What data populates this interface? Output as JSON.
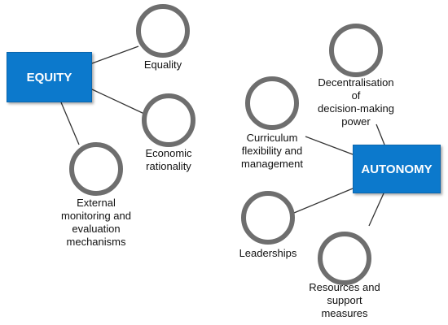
{
  "hubs": {
    "equity": "EQUITY",
    "autonomy": "AUTONOMY"
  },
  "nodes": {
    "equality": "Equality",
    "economic_rationality": "Economic\nrationality",
    "external_monitoring": "External\nmonitoring and\nevaluation\nmechanisms",
    "decentralisation": "Decentralisation\nof\ndecision-making\npower",
    "curriculum": "Curriculum\nflexibility and\nmanagement",
    "leaderships": "Leaderships",
    "resources": "Resources and\nsupport\nmeasures"
  },
  "colors": {
    "hub_fill": "#0c79cc",
    "circle_stroke": "#6e6e6e",
    "line": "#333333"
  }
}
